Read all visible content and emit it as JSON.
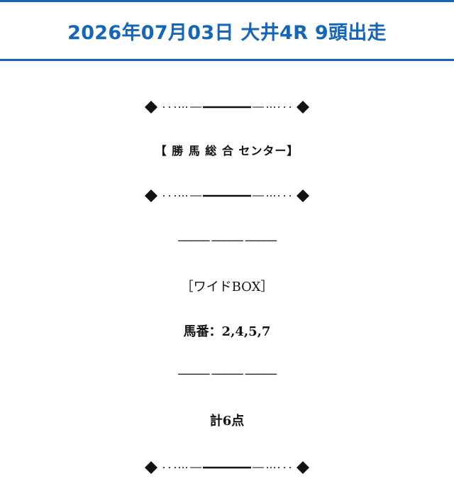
{
  "header": {
    "title": "2026年07月03日 大井4R 9頭出走",
    "color": "#1565b8"
  },
  "source_label": "【 勝 馬 総 合 センター】",
  "divider_text": "───── ───── ─────",
  "bet": {
    "type_label": "［ワイドBOX］",
    "horse_numbers": "馬番：2,4,5,7",
    "total_points": "計6点"
  },
  "icons": {
    "ornament": "diamond-divider-icon"
  }
}
